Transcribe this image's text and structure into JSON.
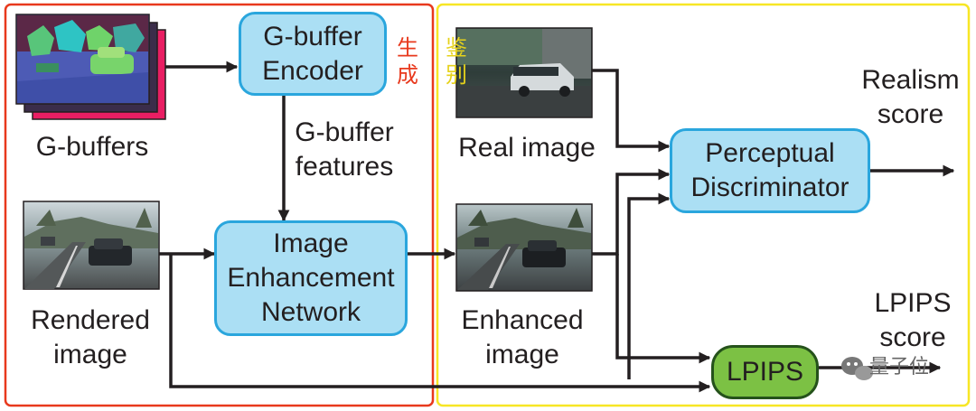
{
  "regions": {
    "generate_label": "生成",
    "discriminate_label": "鉴别"
  },
  "inputs": {
    "gbuffers_label": "G-buffers",
    "rendered_label": "Rendered\nimage",
    "real_label": "Real image",
    "enhanced_label": "Enhanced\nimage"
  },
  "blocks": {
    "encoder": "G-buffer\nEncoder",
    "enhancer": "Image\nEnhancement\nNetwork",
    "discriminator": "Perceptual\nDiscriminator",
    "lpips": "LPIPS"
  },
  "edges": {
    "features_label": "G-buffer\nfeatures"
  },
  "outputs": {
    "realism": "Realism\nscore",
    "lpips_score": "LPIPS\nscore"
  },
  "watermark": {
    "text": "量子位"
  },
  "colors": {
    "generate_frame": "#e8391d",
    "discriminate_frame": "#f7e625",
    "block_fill": "#abdff4",
    "block_stroke": "#2aa6dd",
    "lpips_fill": "#7cc144",
    "lpips_stroke": "#25521b",
    "arrow": "#231f20",
    "text": "#231f20"
  }
}
